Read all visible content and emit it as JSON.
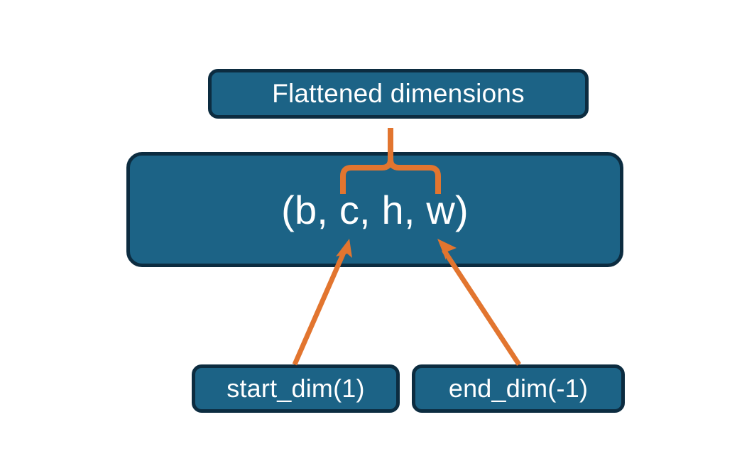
{
  "diagram": {
    "title_node": {
      "label": "Flattened dimensions",
      "name": "flattened-dimensions-box"
    },
    "shape_node": {
      "label": "(b, c, h, w)",
      "name": "tensor-shape-box"
    },
    "arg_nodes": [
      {
        "label": "start_dim(1)",
        "name": "start-dim-box"
      },
      {
        "label": "end_dim(-1)",
        "name": "end-dim-box"
      }
    ],
    "connectors": [
      {
        "name": "curly-brace-up",
        "kind": "brace",
        "color": "#E2752F"
      },
      {
        "name": "start-dim-arrow",
        "kind": "arrow",
        "color": "#E2752F"
      },
      {
        "name": "end-dim-arrow",
        "kind": "arrow",
        "color": "#E2752F"
      }
    ],
    "colors": {
      "node_fill": "#1c6386",
      "node_border": "#0c2c40",
      "node_text": "#ffffff",
      "accent": "#E2752F",
      "background": "#ffffff"
    }
  }
}
